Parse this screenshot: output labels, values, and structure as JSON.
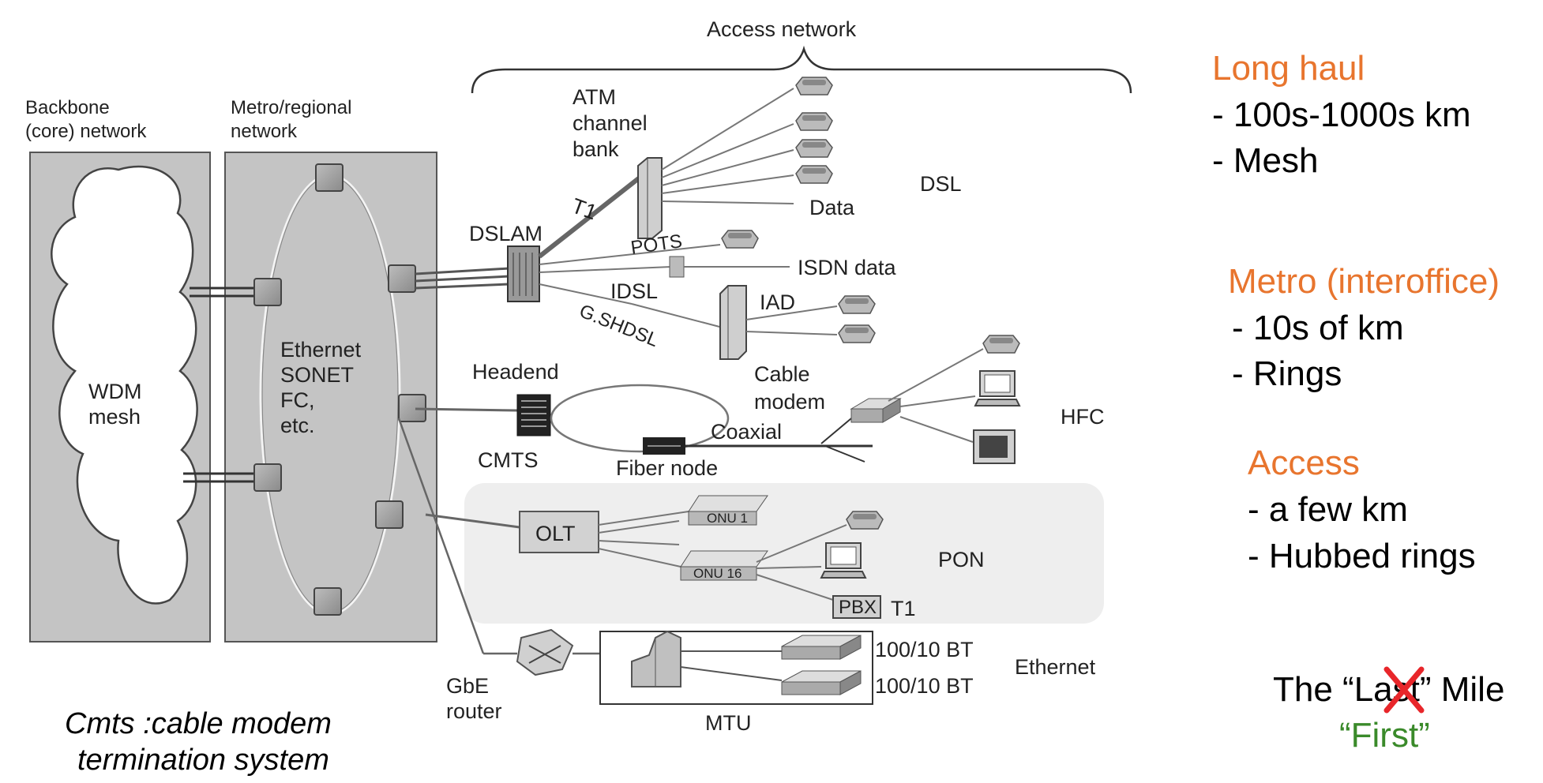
{
  "diagram": {
    "access_network": "Access network",
    "backbone": [
      "Backbone",
      "(core) network"
    ],
    "metro": [
      "Metro/regional",
      "network"
    ],
    "wdm": [
      "WDM",
      "mesh"
    ],
    "metro_tech": [
      "Ethernet",
      "SONET",
      "FC,",
      "etc."
    ],
    "atm": [
      "ATM",
      "channel",
      "bank"
    ],
    "dslam": "DSLAM",
    "t1_a": "T1",
    "pots": "POTS",
    "data": "Data",
    "dsl": "DSL",
    "isdn": "ISDN data",
    "idsl": "IDSL",
    "iad": "IAD",
    "gshdsl": "G.SHDSL",
    "headend": "Headend",
    "cmts": "CMTS",
    "cable_modem": [
      "Cable",
      "modem"
    ],
    "coaxial": "Coaxial",
    "fiber_node": "Fiber node",
    "hfc": "HFC",
    "olt": "OLT",
    "onu1": "ONU 1",
    "onu16": "ONU 16",
    "pon": "PON",
    "pbx": "PBX",
    "t1_b": "T1",
    "bt1": "100/10 BT",
    "bt2": "100/10 BT",
    "ethernet": "Ethernet",
    "gbe_router": [
      "GbE",
      "router"
    ],
    "mtu": "MTU"
  },
  "caption": [
    "Cmts :cable modem",
    "termination system"
  ],
  "side": {
    "long_haul": {
      "title": "Long haul",
      "lines": [
        "- 100s-1000s km",
        "-  Mesh"
      ]
    },
    "metro": {
      "title": "Metro (interoffice)",
      "lines": [
        "- 10s of km",
        "-  Rings"
      ]
    },
    "access": {
      "title": "Access",
      "lines": [
        "- a few km",
        "- Hubbed rings"
      ]
    }
  },
  "last_mile": {
    "the": "The “La",
    "struck": "s",
    "end": "t” Mile",
    "first": "“First”"
  },
  "colors": {
    "accent_orange": "#e8752e",
    "first_green": "#3a8a2a",
    "cross_red": "#e8262a",
    "panel_gray": "#cfcfcf"
  }
}
